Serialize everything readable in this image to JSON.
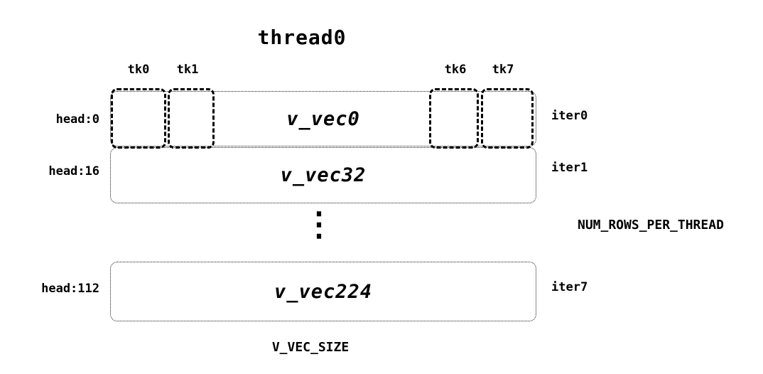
{
  "title": "thread0",
  "tks": {
    "tk0": "tk0",
    "tk1": "tk1",
    "tk6": "tk6",
    "tk7": "tk7"
  },
  "rows": [
    {
      "head": "head:0",
      "vec": "v_vec0",
      "iter": "iter0"
    },
    {
      "head": "head:16",
      "vec": "v_vec32",
      "iter": "iter1"
    },
    {
      "head": "head:112",
      "vec": "v_vec224",
      "iter": "iter7"
    }
  ],
  "ellipsis": "⋮",
  "num_rows_label": "NUM_ROWS_PER_THREAD",
  "bottom_label": "V_VEC_SIZE",
  "colors": {
    "ink": "#000000",
    "background": "#ffffff"
  }
}
